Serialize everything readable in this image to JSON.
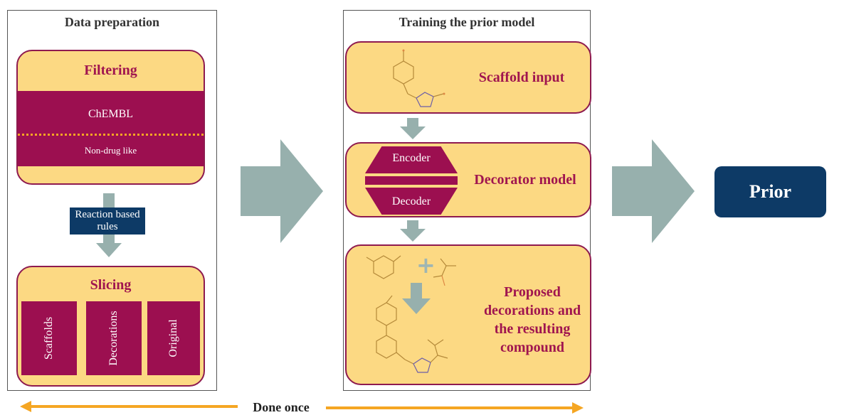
{
  "data_preparation": {
    "title": "Data preparation",
    "filtering": {
      "title": "Filtering",
      "source": "ChEMBL",
      "filter": "Non-drug like"
    },
    "rules_box": "Reaction based rules",
    "slicing": {
      "title": "Slicing",
      "items": [
        "Scaffolds",
        "Decorations",
        "Original"
      ]
    }
  },
  "training": {
    "title": "Training the prior model",
    "scaffold_input": "Scaffold input",
    "encoder": "Encoder",
    "decoder": "Decoder",
    "decorator_model": "Decorator model",
    "proposed": "Proposed decorations and the resulting compound"
  },
  "prior": {
    "label": "Prior"
  },
  "footer": {
    "label": "Done once"
  },
  "colors": {
    "maroon": "#9c0f50",
    "yellow_fill": "#fcd983",
    "arrow_grey": "#97b0ad",
    "prior_blue": "#0d3a66",
    "orange_arrow": "#f5a623"
  }
}
